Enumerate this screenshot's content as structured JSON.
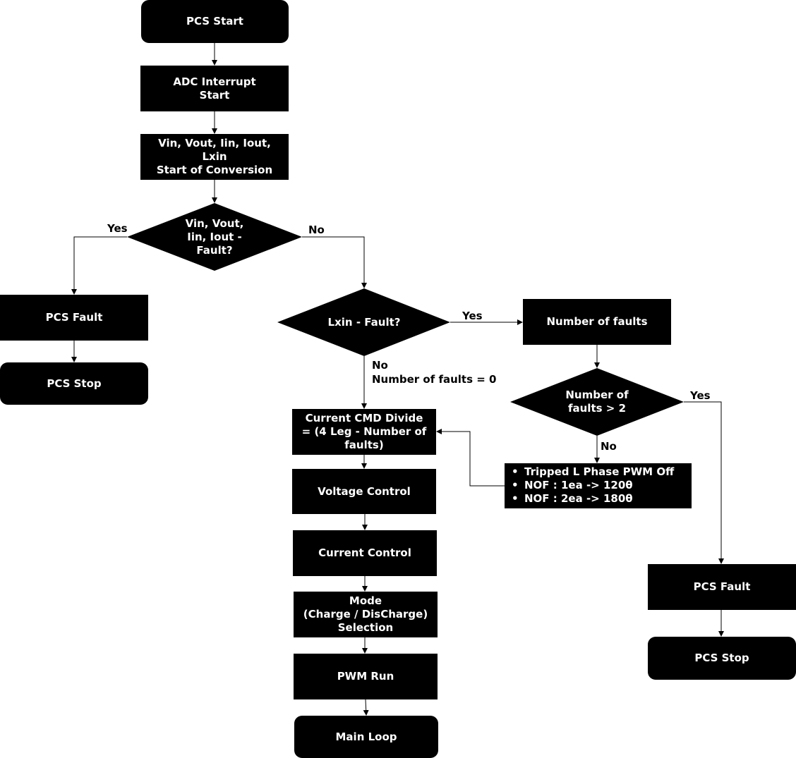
{
  "nodes": {
    "pcs_start": "PCS Start",
    "adc_interrupt": [
      "ADC Interrupt",
      "Start"
    ],
    "conversion": [
      "Vin, Vout, Iin, Iout,",
      "Lxin",
      "Start of Conversion"
    ],
    "fault_check": [
      "Vin, Vout,",
      "Iin, Iout -",
      "Fault?"
    ],
    "pcs_fault_left": "PCS Fault",
    "pcs_stop_left": "PCS Stop",
    "lxin_fault": "Lxin - Fault?",
    "number_of_faults": "Number of faults",
    "faults_gt_2": [
      "Number of",
      "faults > 2"
    ],
    "current_cmd": [
      "Current CMD Divide",
      "= (4 Leg - Number of",
      "faults)"
    ],
    "tripped_box": {
      "bullet": "•",
      "lines": [
        "Tripped L Phase PWM Off",
        "NOF : 1ea -> 120θ",
        "NOF : 2ea -> 180θ"
      ]
    },
    "voltage_control": "Voltage Control",
    "current_control": "Current Control",
    "mode_selection": [
      "Mode",
      "(Charge / DisCharge)",
      "Selection"
    ],
    "pwm_run": "PWM Run",
    "main_loop": "Main Loop",
    "pcs_fault_right": "PCS Fault",
    "pcs_stop_right": "PCS Stop"
  },
  "edge_labels": {
    "fault_yes": "Yes",
    "fault_no": "No",
    "lxin_yes": "Yes",
    "lxin_no": "No",
    "lxin_no_sub": "Number of faults = 0",
    "gt2_yes": "Yes",
    "gt2_no": "No"
  },
  "colors": {
    "node_fill": "#000000",
    "node_text": "#ffffff",
    "line": "#000000",
    "background": "#ffffff"
  }
}
